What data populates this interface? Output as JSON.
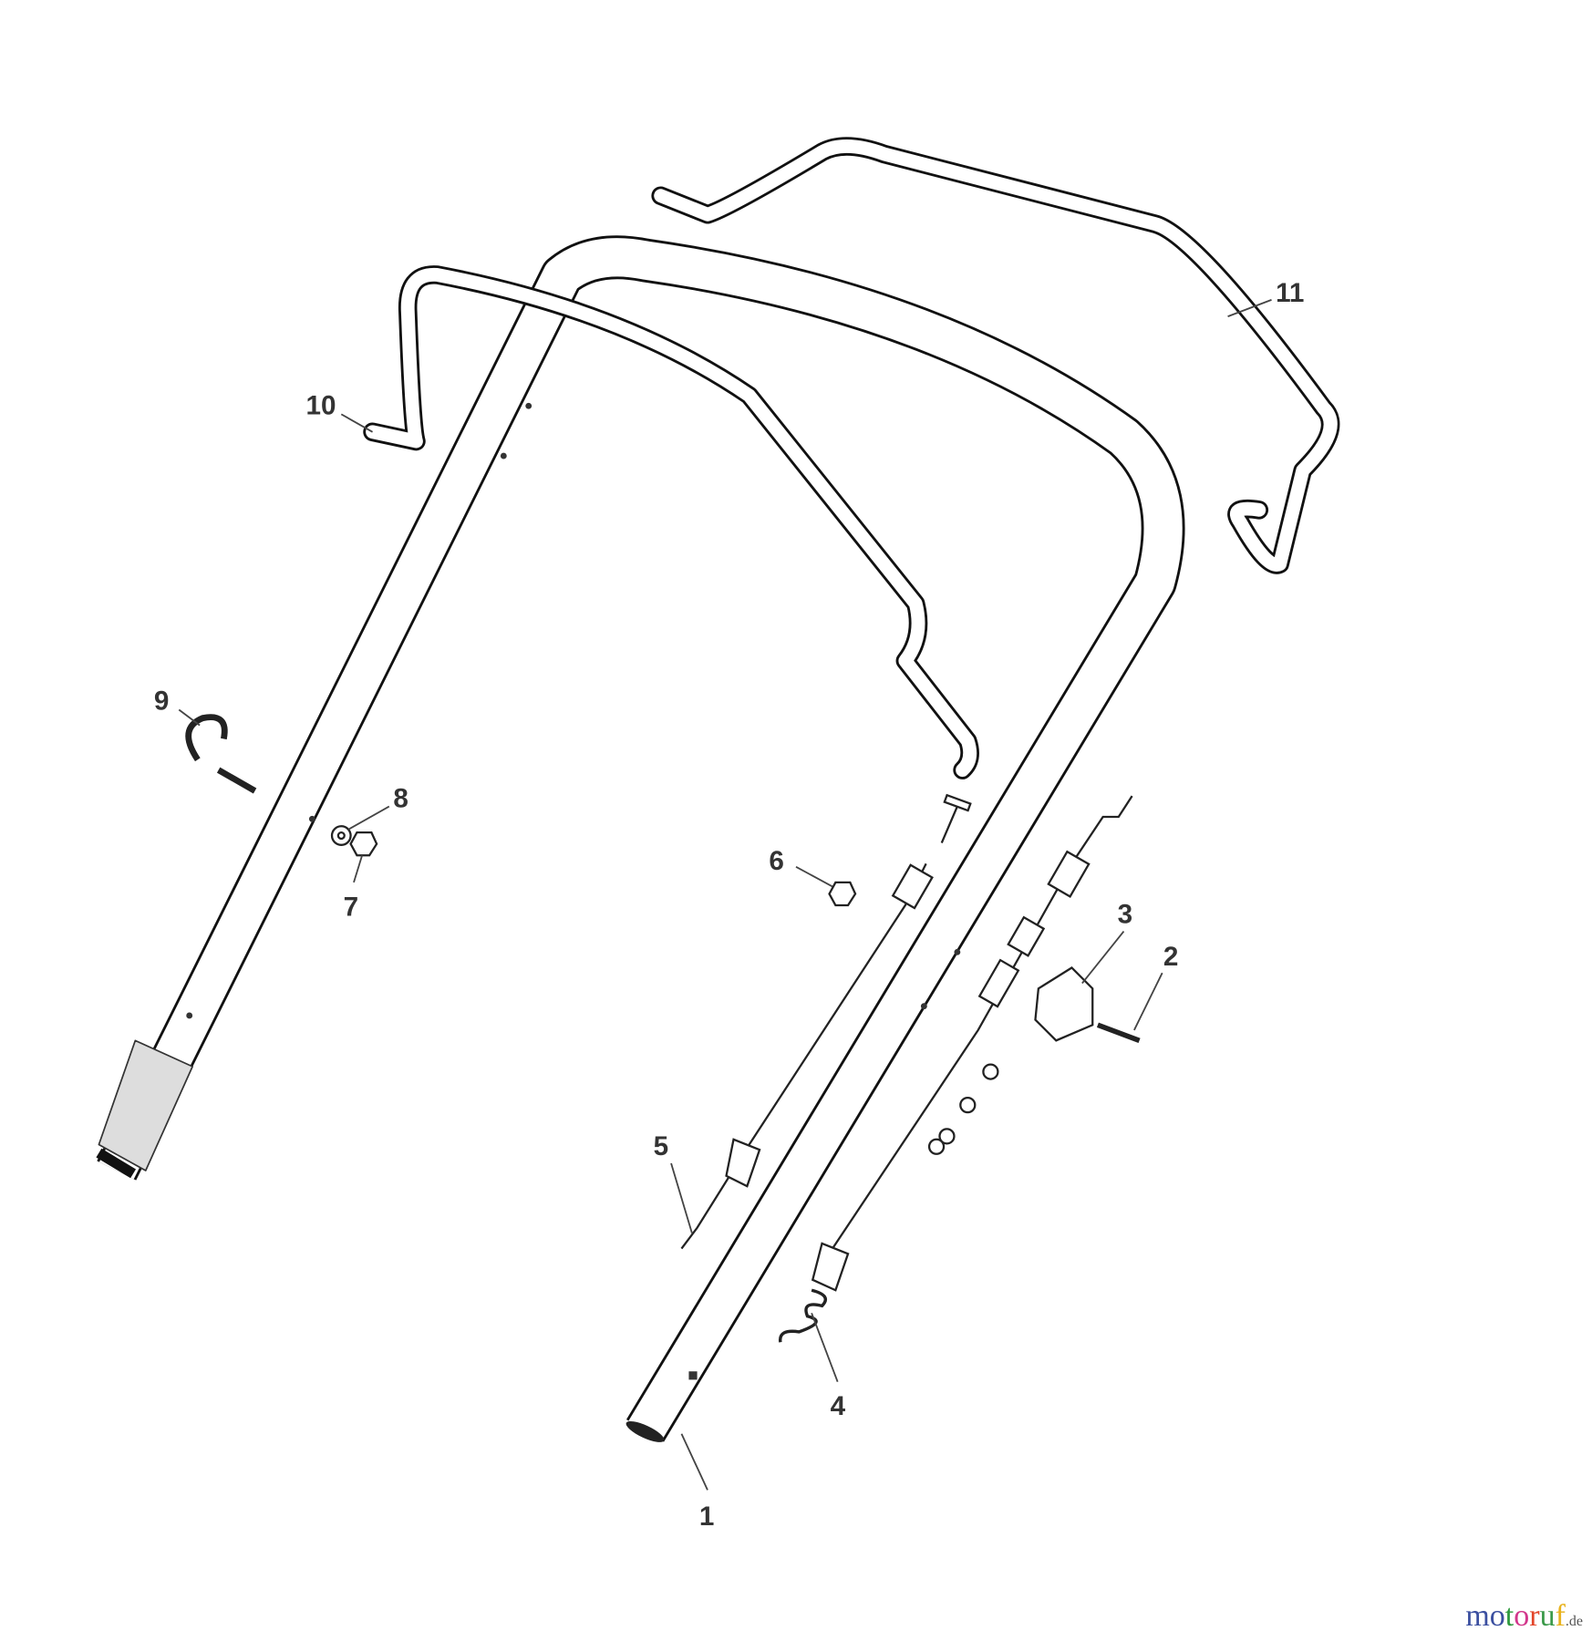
{
  "callouts": [
    {
      "id": "1",
      "text": "1"
    },
    {
      "id": "2",
      "text": "2"
    },
    {
      "id": "3",
      "text": "3"
    },
    {
      "id": "4",
      "text": "4"
    },
    {
      "id": "5",
      "text": "5"
    },
    {
      "id": "6",
      "text": "6"
    },
    {
      "id": "7",
      "text": "7"
    },
    {
      "id": "8",
      "text": "8"
    },
    {
      "id": "9",
      "text": "9"
    },
    {
      "id": "10",
      "text": "10"
    },
    {
      "id": "11",
      "text": "11"
    }
  ],
  "watermark": {
    "name": "motoruf",
    "tld": ".de",
    "colors": [
      "#3b4fa0",
      "#3b4fa0",
      "#2e9a3e",
      "#d2368b",
      "#e3462a",
      "#3b9a4a",
      "#e8b21c"
    ]
  }
}
